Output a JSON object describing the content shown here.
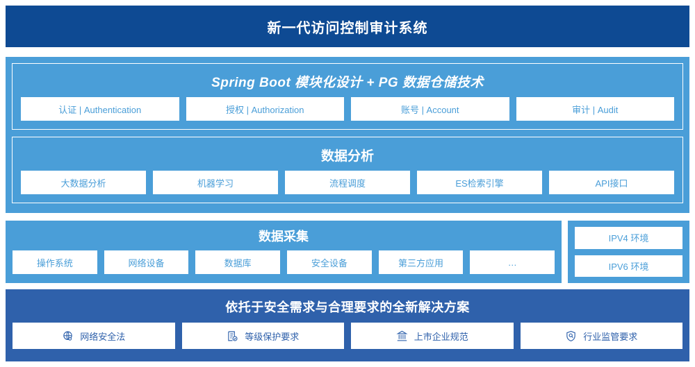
{
  "header": {
    "title": "新一代访问控制审计系统"
  },
  "application_layer": {
    "title": "Spring Boot 模块化设计 + PG 数据仓储技术",
    "modules": [
      {
        "label": "认证 | Authentication"
      },
      {
        "label": "授权 | Authorization"
      },
      {
        "label": "账号 | Account"
      },
      {
        "label": "审计 | Audit"
      }
    ]
  },
  "analysis_layer": {
    "title": "数据分析",
    "modules": [
      {
        "label": "大数据分析"
      },
      {
        "label": "机器学习"
      },
      {
        "label": "流程调度"
      },
      {
        "label": "ES检索引擎"
      },
      {
        "label": "API接口"
      }
    ]
  },
  "collection_layer": {
    "title": "数据采集",
    "sources": [
      {
        "label": "操作系统"
      },
      {
        "label": "网络设备"
      },
      {
        "label": "数据库"
      },
      {
        "label": "安全设备"
      },
      {
        "label": "第三方应用"
      },
      {
        "label": "…"
      }
    ],
    "environments": [
      {
        "label": "IPV4 环境"
      },
      {
        "label": "IPV6 环境"
      }
    ]
  },
  "solution_layer": {
    "title": "依托于安全需求与合理要求的全新解决方案",
    "items": [
      {
        "label": "网络安全法",
        "icon": "globe-network-icon"
      },
      {
        "label": "等级保护要求",
        "icon": "document-check-icon"
      },
      {
        "label": "上市企业规范",
        "icon": "bank-building-icon"
      },
      {
        "label": "行业监管要求",
        "icon": "shield-search-icon"
      }
    ]
  },
  "colors": {
    "header_blue": "#0e4a93",
    "panel_blue": "#4a9ed8",
    "solution_blue": "#2f61ab",
    "chip_white": "#ffffff"
  }
}
